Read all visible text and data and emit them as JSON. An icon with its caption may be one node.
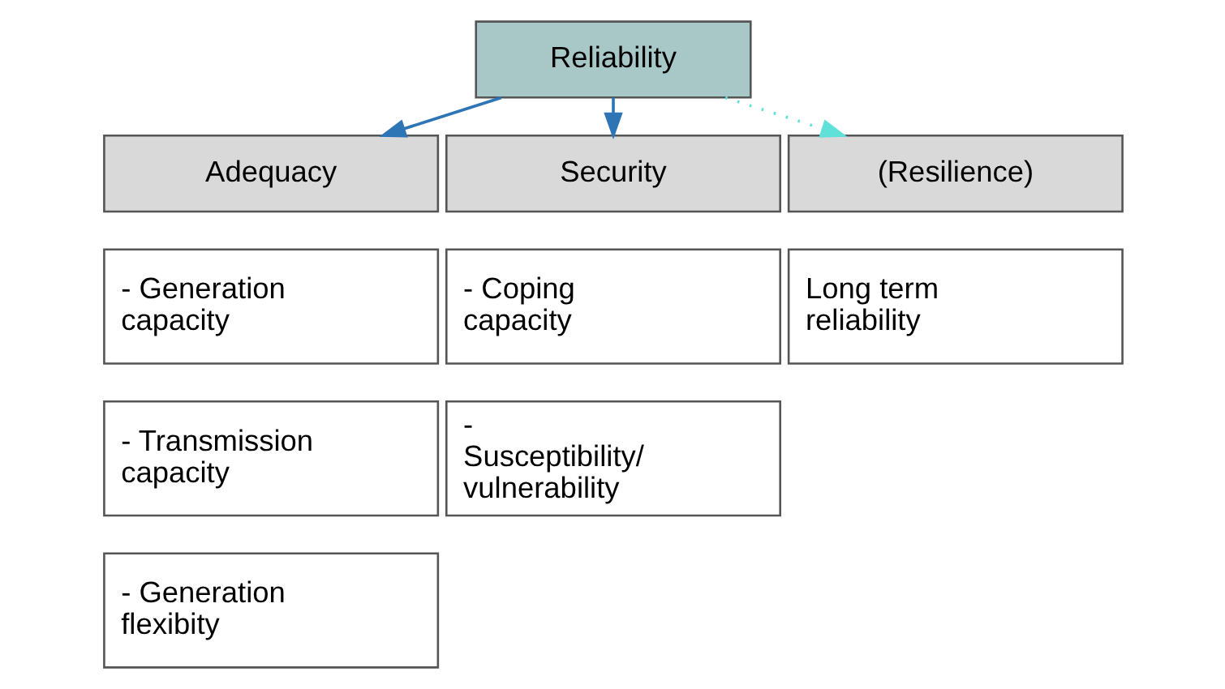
{
  "diagram": {
    "nodes": [
      {
        "text": [
          "Reliability"
        ]
      },
      {
        "text": [
          "Adequacy"
        ]
      },
      {
        "text": [
          "Security"
        ]
      },
      {
        "text": [
          "(Resilience)"
        ]
      },
      {
        "text": [
          "- Generation capacity"
        ]
      },
      {
        "text": [
          "- Coping capacity"
        ]
      },
      {
        "text": [
          "Long term reliability"
        ]
      },
      {
        "text": [
          "- Transmission capacity"
        ]
      },
      {
        "text": [
          "- Susceptibility/ vulnerability"
        ]
      },
      {
        "text": [
          "- Generation flexibity"
        ]
      }
    ],
    "edges": [
      {
        "from": 0,
        "to": 1,
        "arrow": "to"
      },
      {
        "from": 0,
        "to": 2,
        "arrow": "to"
      },
      {
        "from": 0,
        "to": 3,
        "arrow": "to",
        "style": "dashed",
        "color": "#5fe0d8"
      }
    ]
  }
}
